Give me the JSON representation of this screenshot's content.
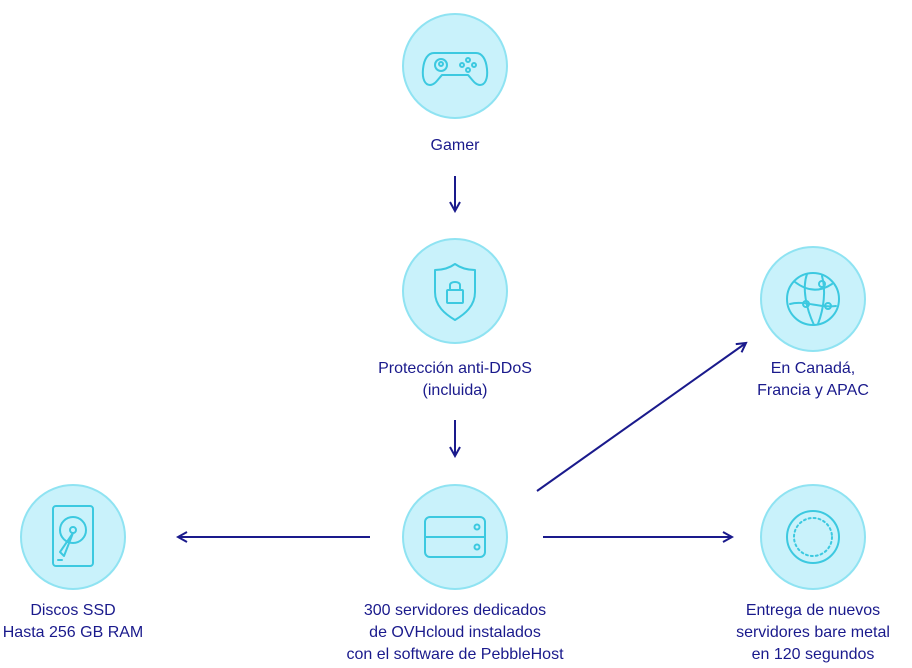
{
  "colors": {
    "circle_fill": "#c9f2fb",
    "circle_stroke": "#8fe3f2",
    "icon": "#3cc9e0",
    "arrow": "#1a1a8c",
    "text": "#1a1a8c"
  },
  "nodes": {
    "gamer": {
      "icon": "gamepad-icon",
      "lines": [
        "Gamer"
      ]
    },
    "ddos": {
      "icon": "shield-lock-icon",
      "lines": [
        "Protección anti-DDoS",
        "(incluida)"
      ]
    },
    "servers": {
      "icon": "server-icon",
      "lines": [
        "300 servidores dedicados",
        "de OVHcloud instalados",
        "con el software de PebbleHost"
      ]
    },
    "ssd": {
      "icon": "hard-disk-icon",
      "lines": [
        "Discos SSD",
        "Hasta 256 GB RAM"
      ]
    },
    "regions": {
      "icon": "globe-network-icon",
      "lines": [
        "En Canadá,",
        "Francia y APAC"
      ]
    },
    "delivery": {
      "icon": "speed-dial-icon",
      "lines": [
        "Entrega de nuevos",
        "servidores bare metal",
        "en 120 segundos"
      ]
    }
  }
}
